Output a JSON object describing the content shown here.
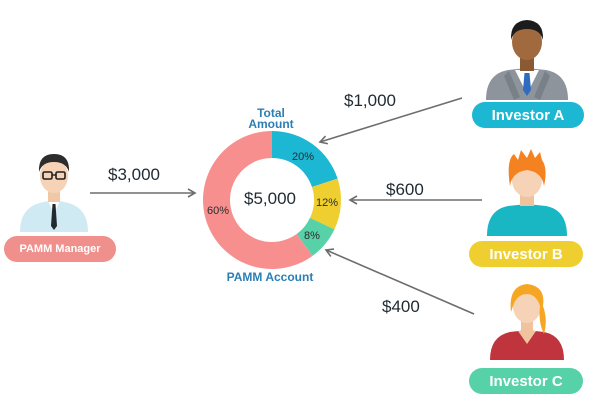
{
  "colors": {
    "manager": "#f0908c",
    "investor_a": "#1cb7d3",
    "investor_b": "#efcf30",
    "investor_c": "#57d1a8",
    "caption": "#2c7fb5",
    "arrow": "#6d6d6d"
  },
  "manager": {
    "label": "PAMM Manager",
    "amount": "$3,000"
  },
  "investors": [
    {
      "label": "Investor A",
      "amount": "$1,000"
    },
    {
      "label": "Investor B",
      "amount": "$600"
    },
    {
      "label": "Investor C",
      "amount": "$400"
    }
  ],
  "account": {
    "top_caption_line1": "Total",
    "top_caption_line2": "Amount",
    "bottom_caption": "PAMM Account",
    "total": "$5,000"
  },
  "chart_data": {
    "type": "pie",
    "donut": true,
    "title": "",
    "center_label": "$5,000",
    "slices": [
      {
        "label": "20%",
        "value": 20,
        "color": "#1cb7d3"
      },
      {
        "label": "12%",
        "value": 12,
        "color": "#efcf30"
      },
      {
        "label": "8%",
        "value": 8,
        "color": "#57d1a8"
      },
      {
        "label": "60%",
        "value": 60,
        "color": "#f78f8f"
      }
    ]
  }
}
